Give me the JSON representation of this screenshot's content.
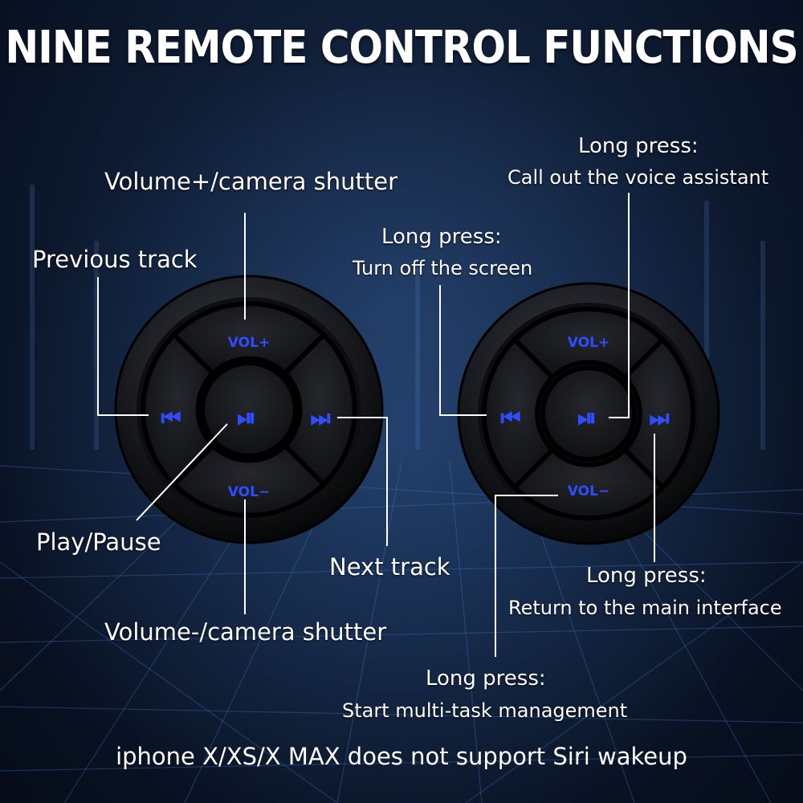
{
  "title": "NINE REMOTE CONTROL FUNCTIONS",
  "button_glyphs": {
    "vol_up": "VOL+",
    "vol_down": "VOL−",
    "prev": "⏮",
    "next": "⏭",
    "play": "⏯"
  },
  "left_remote_labels": {
    "volume_up": "Volume+/camera shutter",
    "previous": "Previous track",
    "play_pause": "Play/Pause",
    "next": "Next track",
    "volume_down": "Volume-/camera shutter"
  },
  "right_remote_labels": {
    "voice_title": "Long press:",
    "voice_desc": "Call out the voice assistant",
    "screen_title": "Long press:",
    "screen_desc": "Turn off the screen",
    "home_title": "Long press:",
    "home_desc": "Return to the main interface",
    "multitask_title": "Long press:",
    "multitask_desc": "Start multi-task management"
  },
  "footnote": "iphone X/XS/X MAX does not support Siri wakeup",
  "colors": {
    "button_glow": "#2f4dff",
    "background": "#0f1d35",
    "line": "#ffffff"
  }
}
